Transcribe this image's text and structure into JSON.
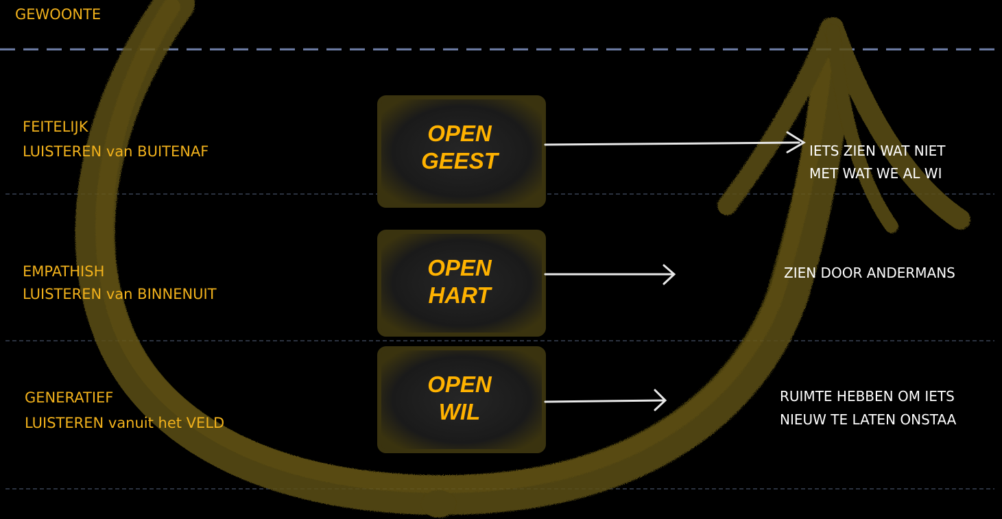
{
  "top_label": "GEWOONTE",
  "levels": [
    {
      "type": "FEITELIJK",
      "listening": "LUISTEREN van BUITENAF",
      "box_line1": "OPEN",
      "box_line2": "GEEST",
      "desc_line1": "IETS ZIEN WAT NIET",
      "desc_line2": "MET WAT WE AL WI"
    },
    {
      "type": "EMPATHISH",
      "listening": "LUISTEREN van BINNENUIT",
      "box_line1": "OPEN",
      "box_line2": "HART",
      "desc_line1": "ZIEN DOOR ANDERMANS",
      "desc_line2": ""
    },
    {
      "type": "GENERATIEF",
      "listening": "LUISTEREN vanuit het VELD",
      "box_line1": "OPEN",
      "box_line2": "WIL",
      "desc_line1": "RUIMTE HEBBEN OM IETS",
      "desc_line2": "NIEUW TE LATEN ONSTAA"
    }
  ],
  "colors": {
    "label": "#f2b21c",
    "box_text": "#ffb200",
    "stroke": "#5c4f12",
    "dash_main": "#6f7fa8",
    "dash_minor": "#56647f",
    "arrow": "#e8e8e8"
  }
}
